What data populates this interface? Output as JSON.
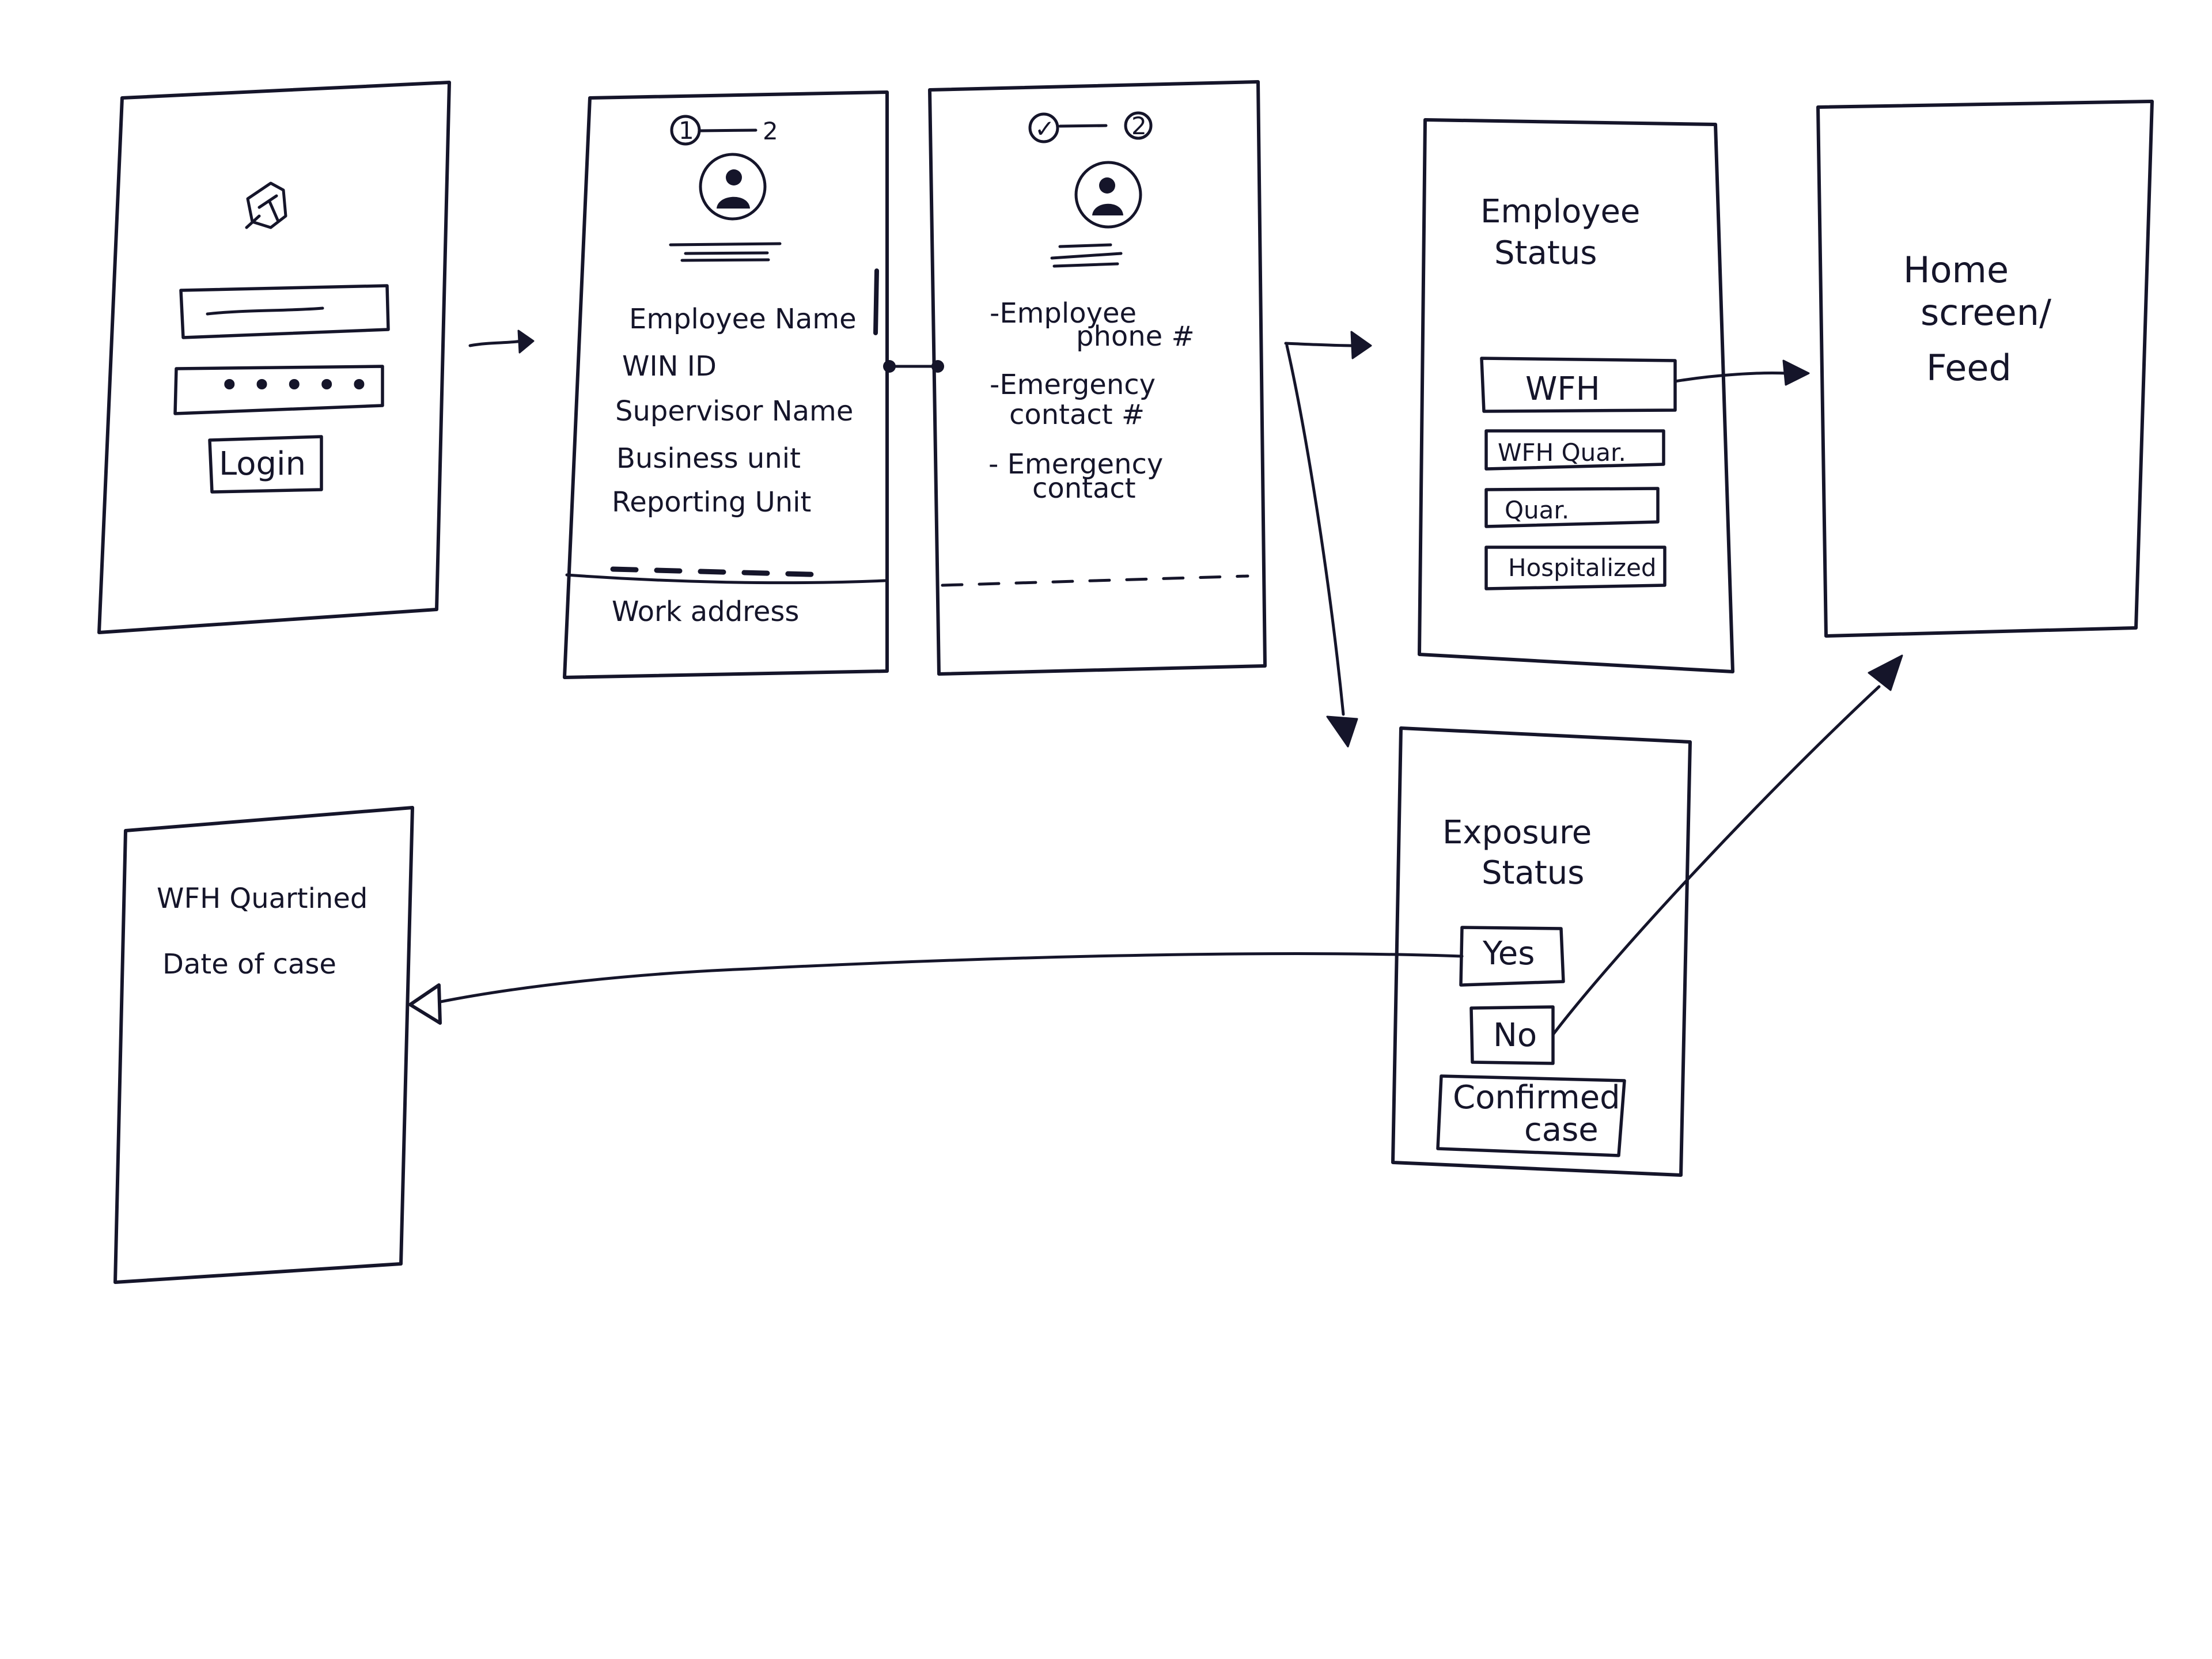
{
  "login": {
    "username_value": "",
    "password_dots": "• • • • •",
    "login_label": "Login"
  },
  "step1": {
    "step_one": "1",
    "step_two": "2",
    "fields": [
      "Employee Name",
      "WIN ID",
      "Supervisor Name",
      "Business unit",
      "Reporting Unit"
    ],
    "work_address": "Work address"
  },
  "step2": {
    "step_two": "2",
    "check_mark": "✓",
    "fields": [
      "-Employee",
      "phone #",
      "-Emergency",
      "contact #",
      "- Emergency",
      "contact"
    ]
  },
  "employee_status": {
    "title_line1": "Employee",
    "title_line2": "Status",
    "options": [
      "WFH",
      "WFH Quar.",
      "Quar.",
      "Hospitalized"
    ]
  },
  "home": {
    "line1": "Home",
    "line2": "screen/",
    "line3": "Feed"
  },
  "exposure_status": {
    "title_line1": "Exposure",
    "title_line2": "Status",
    "yes_label": "Yes",
    "no_label": "No",
    "confirmed_line1": "Confirmed",
    "confirmed_line2": "case"
  },
  "wfh_quarantined": {
    "title": "WFH Quartined",
    "date_label": "Date of case"
  },
  "colors": {
    "ink": "#15152a",
    "paper": "#ffffff"
  }
}
